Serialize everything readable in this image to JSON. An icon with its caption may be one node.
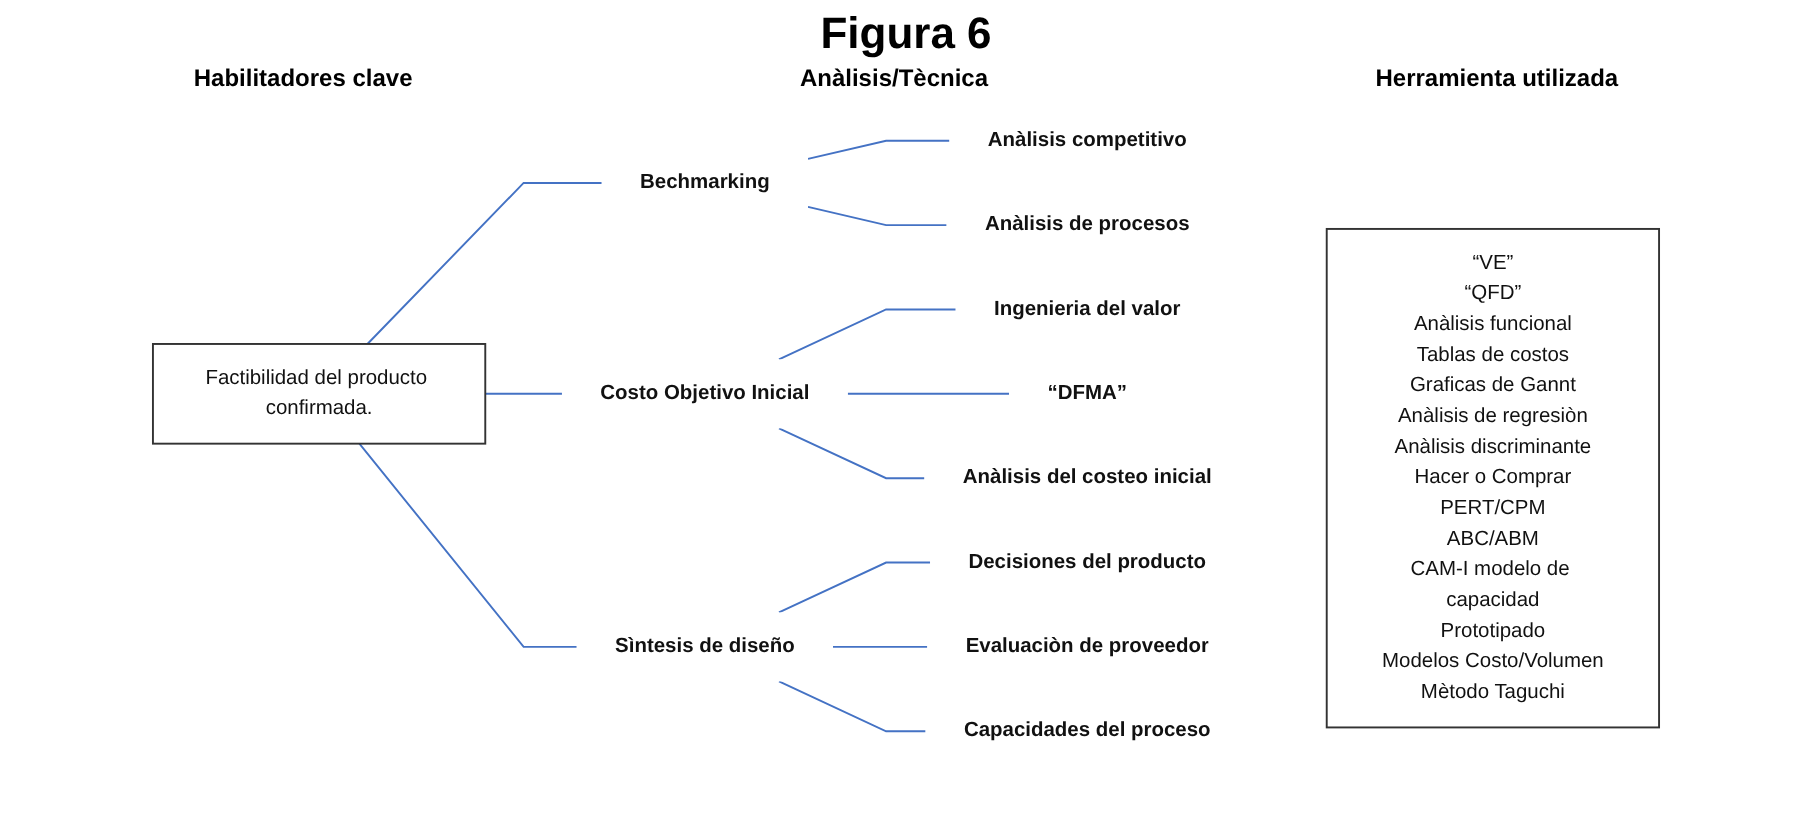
{
  "diagram": {
    "title": "Figura 6",
    "nodes": [
      {
        "text": [
          "Factibilidad del producto confirmada."
        ]
      },
      {
        "text": [
          "Bechmarking"
        ]
      },
      {
        "text": [
          "Anàlisis competitivo"
        ]
      },
      {
        "text": [
          "Anàlisis de procesos"
        ]
      },
      {
        "text": [
          "Costo Objetivo Inicial"
        ]
      },
      {
        "text": [
          "Ingenieria del valor"
        ]
      },
      {
        "text": [
          "“DFMA”"
        ]
      },
      {
        "text": [
          "Anàlisis del costeo inicial"
        ]
      },
      {
        "text": [
          "Sìntesis de diseño"
        ]
      },
      {
        "text": [
          "Decisiones del producto"
        ]
      },
      {
        "text": [
          "Evaluaciòn de proveedor"
        ]
      },
      {
        "text": [
          "Capacidades del proceso"
        ]
      },
      {
        "text": [
          "“VE”",
          "“QFD”",
          "Anàlisis funcional",
          "Tablas de costos",
          "Graficas de Gannt",
          "Anàlisis de regresiòn",
          "Anàlisis discriminante",
          "Hacer o Comprar",
          "PERT/CPM",
          "ABC/ABM",
          "CAM-I modelo de capacidad",
          "Prototipado",
          "Modelos Costo/Volumen",
          "Mètodo Taguchi"
        ]
      }
    ],
    "edges": [
      {
        "from": 0,
        "to": 1,
        "arrow": "none"
      },
      {
        "from": 1,
        "to": 2,
        "arrow": "none"
      },
      {
        "from": 1,
        "to": 3,
        "arrow": "none"
      },
      {
        "from": 0,
        "to": 4,
        "arrow": "none"
      },
      {
        "from": 4,
        "to": 5,
        "arrow": "none"
      },
      {
        "from": 4,
        "to": 6,
        "arrow": "none"
      },
      {
        "from": 4,
        "to": 7,
        "arrow": "none"
      },
      {
        "from": 0,
        "to": 8,
        "arrow": "none"
      },
      {
        "from": 8,
        "to": 9,
        "arrow": "none"
      },
      {
        "from": 8,
        "to": 10,
        "arrow": "none"
      },
      {
        "from": 8,
        "to": 11,
        "arrow": "none"
      }
    ],
    "labels": [
      "Habilitadores clave",
      "Anàlisis/Tècnica",
      "Herramienta utilizada"
    ]
  }
}
